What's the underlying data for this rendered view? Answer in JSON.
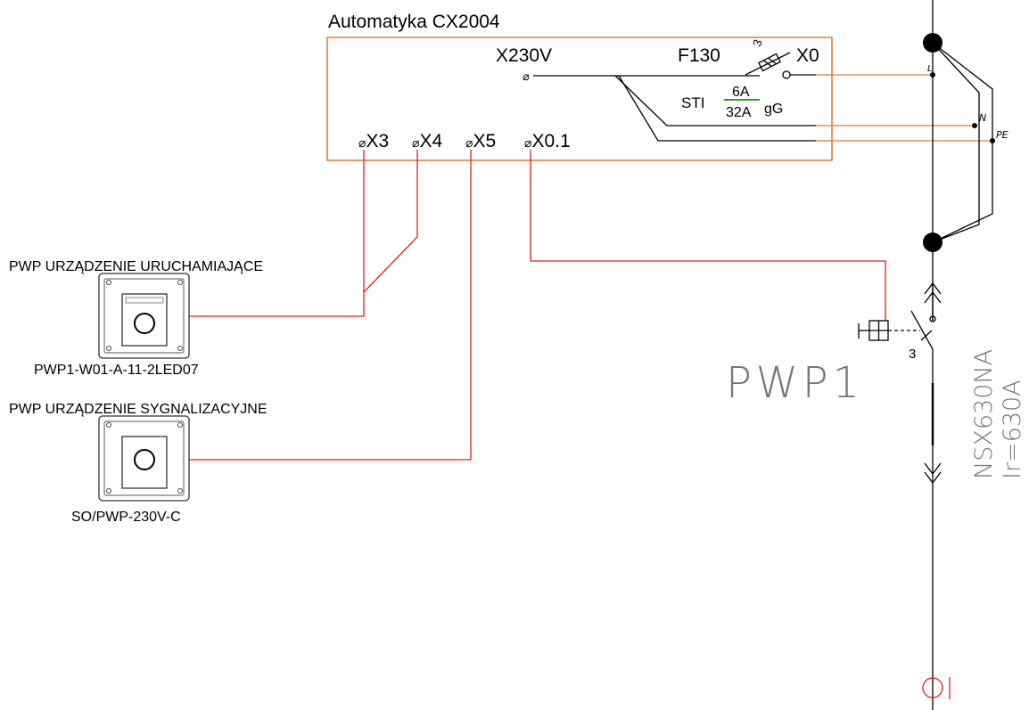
{
  "automatyka": {
    "title": "Automatyka CX2004",
    "terminal_x230v": "X230V",
    "fuse_label": "F130",
    "fuse_terminal": "X0",
    "fuse_pole_mark": "3",
    "sti_label": "STI",
    "fuse_rating_top": "6A",
    "fuse_rating_bottom": "32A",
    "fuse_class": "gG",
    "terminals": [
      "X3",
      "X4",
      "X5",
      "X0.1"
    ],
    "terminal_symbol": "⌀"
  },
  "busbar": {
    "label_n": "N",
    "label_pe": "PE",
    "label_l": "L"
  },
  "devices": {
    "start_device": {
      "heading": "PWP URZĄDZENIE URUCHAMIAJĄCE",
      "model": "PWP1-W01-A-11-2LED07"
    },
    "signal_device": {
      "heading": "PWP URZĄDZENIE SYGNALIZACYJNE",
      "model": "SO/PWP-230V-C"
    }
  },
  "breaker": {
    "designation": "PWP1",
    "pole_count": "3",
    "type_line1": "NSX630NA",
    "type_line2": "Ir=630A"
  },
  "colors": {
    "cabinet_border": "#e8782e",
    "wire_red": "#e0201c",
    "wire_black": "#000000",
    "wire_orange": "#e8782e",
    "fuse_green": "#2e9e2e",
    "end_marker": "#e0201c"
  }
}
